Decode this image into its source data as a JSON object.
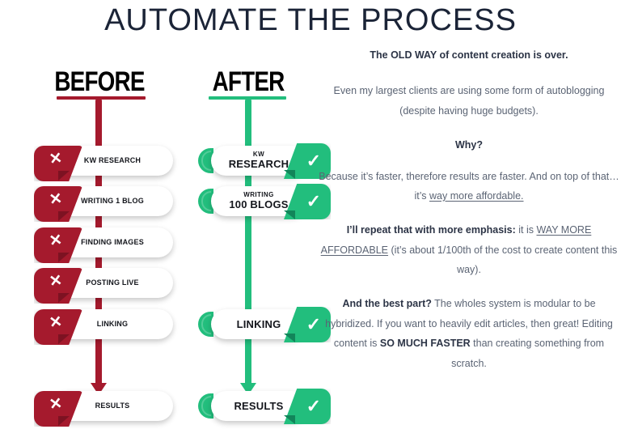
{
  "title": "AUTOMATE THE PROCESS",
  "colors": {
    "title": "#1b2437",
    "red": "#A51A2D",
    "red_dark": "#7d1222",
    "green": "#22BE7D",
    "green_dark": "#12855a",
    "body_text": "#5b6474",
    "emphasis_text": "#2c3446"
  },
  "before": {
    "heading": "BEFORE",
    "icon": "cross-icon",
    "icon_glyph": "✕",
    "steps": [
      {
        "label": "KW RESEARCH"
      },
      {
        "label": "WRITING 1 BLOG"
      },
      {
        "label": "FINDING IMAGES"
      },
      {
        "label": "POSTING LIVE"
      },
      {
        "label": "LINKING"
      },
      {
        "label": "RESULTS"
      }
    ]
  },
  "after": {
    "heading": "AFTER",
    "icon": "check-icon",
    "icon_glyph": "✓",
    "steps": [
      {
        "line1": "KW",
        "line2": "RESEARCH"
      },
      {
        "line1": "WRITING",
        "line2": "100 BLOGS"
      },
      {
        "line1": "",
        "line2": "LINKING"
      },
      {
        "line1": "",
        "line2": "RESULTS"
      }
    ]
  },
  "copy": {
    "lead": "The OLD WAY of content creation is over.",
    "para1": "Even my largest clients are using some form of autoblogging (despite having huge budgets).",
    "why": "Why?",
    "para2_a": "Because it’s faster, therefore results are faster. And on top of that…it’s ",
    "para2_u": "way more affordable.",
    "para3_b": "I’ll repeat that with more emphasis:",
    "para3_a": " it is ",
    "para3_u": "WAY MORE AFFORDABLE",
    "para3_c": " (it’s about 1/100th of the cost to create content this way).",
    "para4_b": "And the best part?",
    "para4_a": " The wholes system is modular to be hybridized. If you want to heavily edit articles, then great! Editing content is ",
    "para4_b2": "SO MUCH FASTER",
    "para4_c": " than creating something from scratch."
  }
}
